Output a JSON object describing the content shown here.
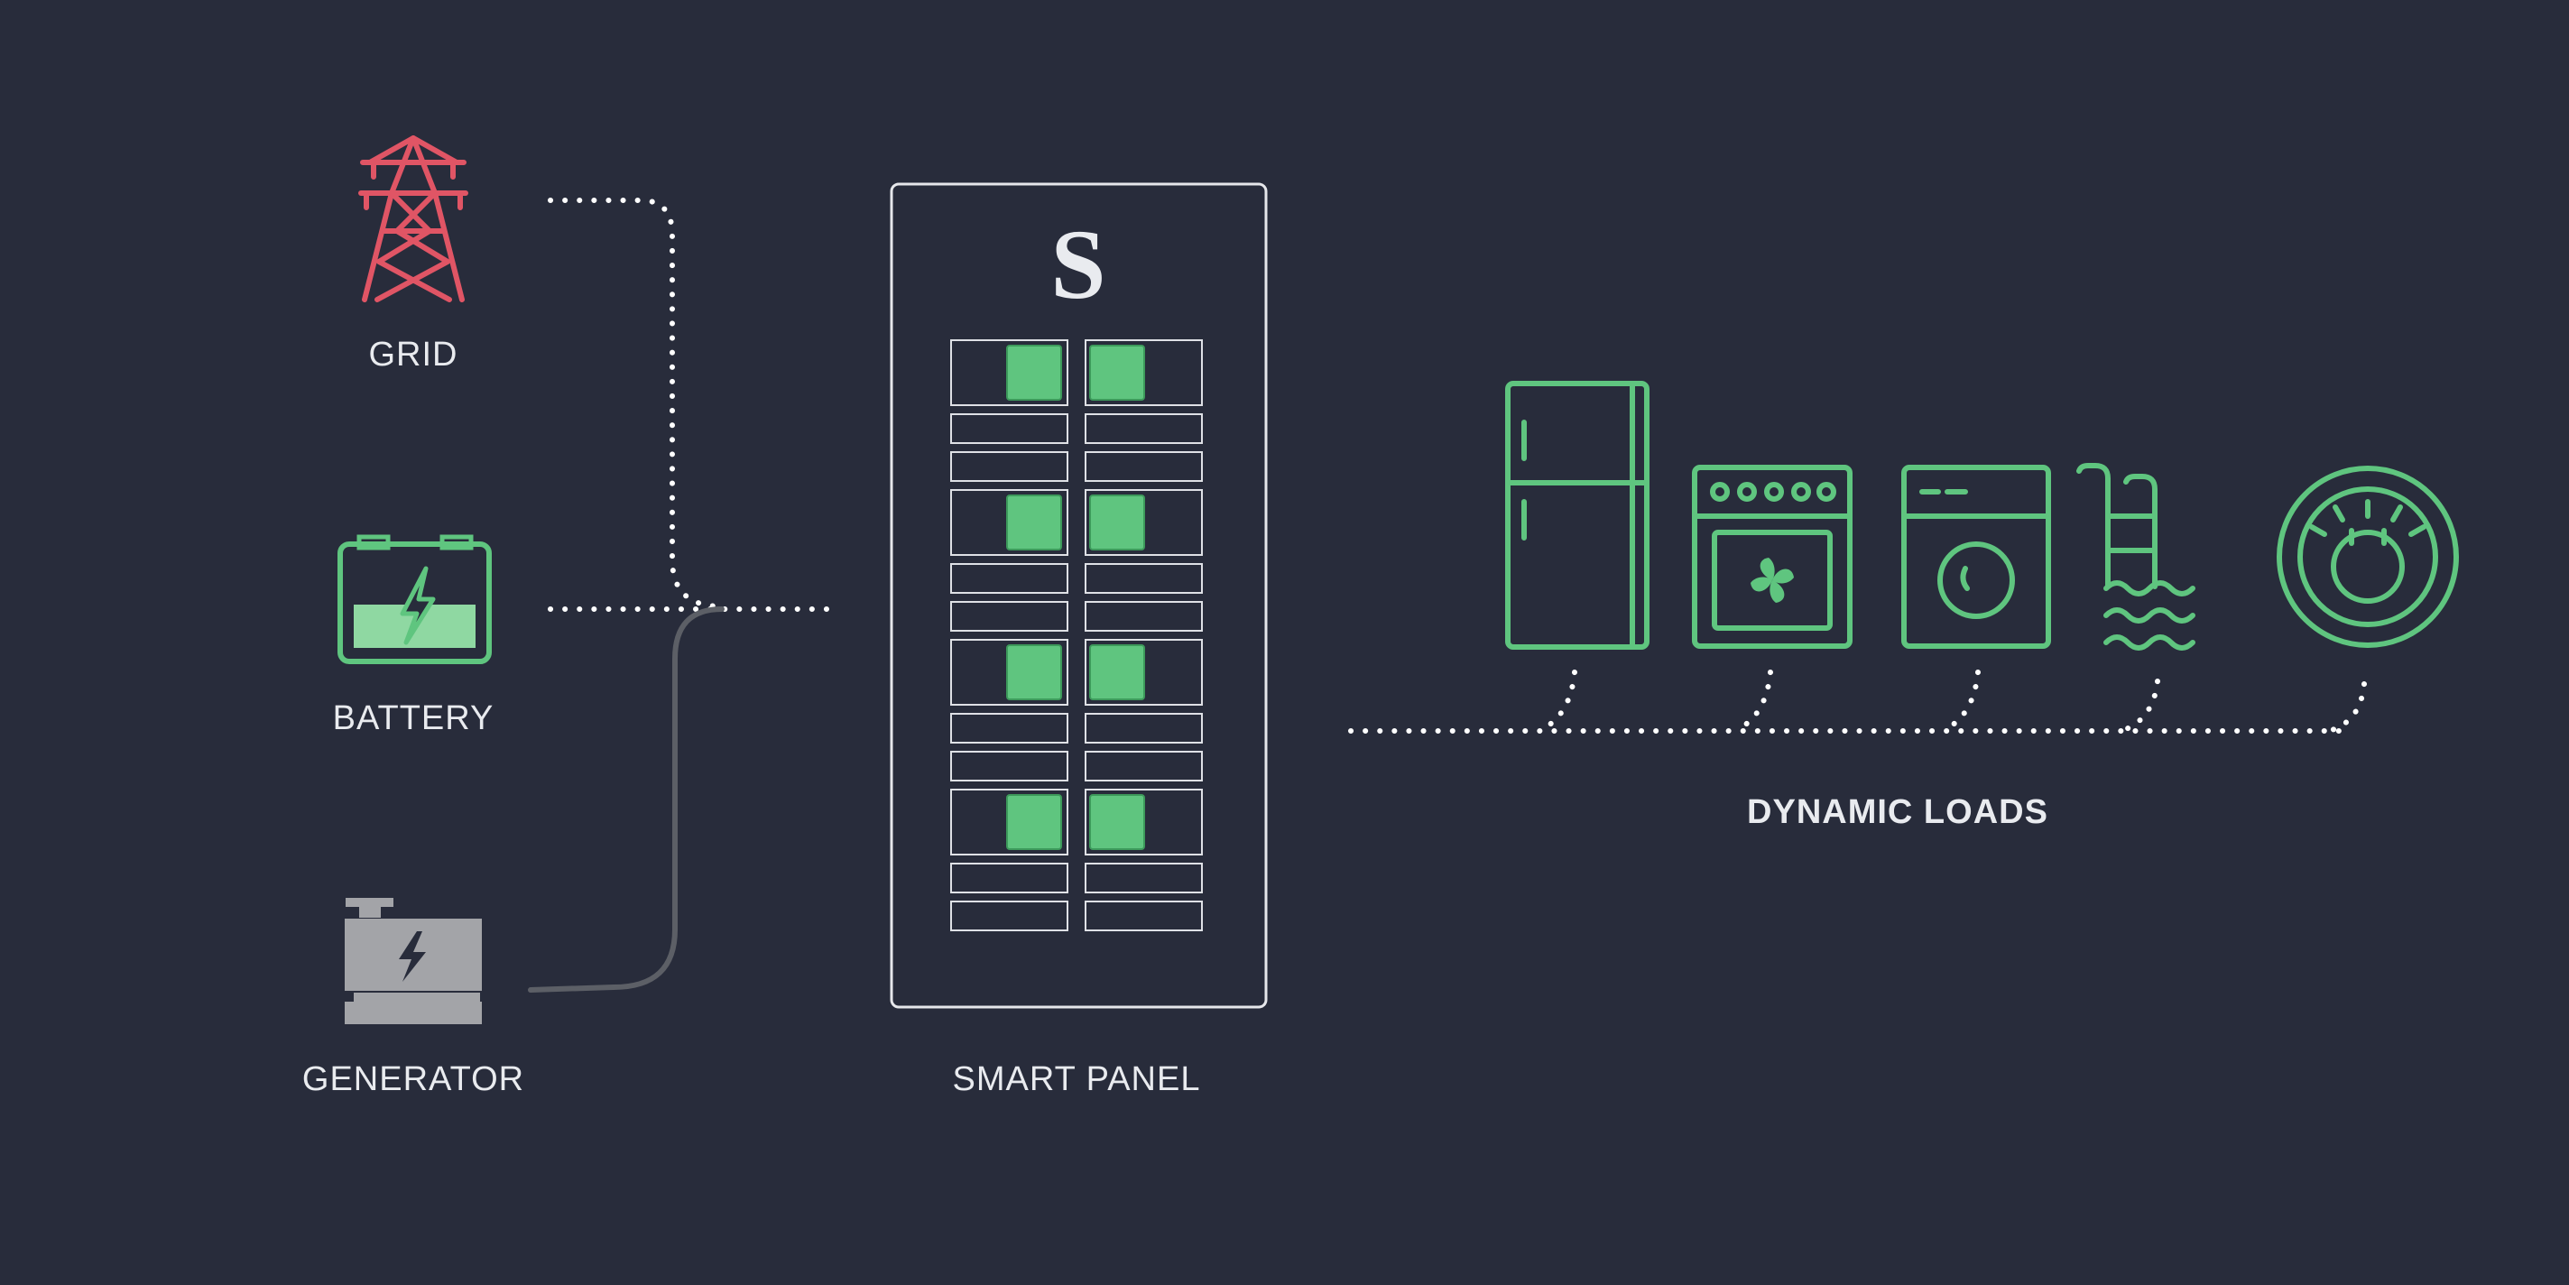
{
  "sources": {
    "grid": {
      "label": "GRID",
      "icon": "power-tower-icon",
      "color": "#e05565"
    },
    "battery": {
      "label": "BATTERY",
      "icon": "battery-icon",
      "color": "#5fc57f"
    },
    "generator": {
      "label": "GENERATOR",
      "icon": "generator-icon",
      "color": "#a3a4a8"
    }
  },
  "panel": {
    "logo": "S",
    "label": "SMART PANEL",
    "breaker_rows_active": [
      true,
      false,
      false,
      true,
      false,
      false,
      true,
      false,
      false,
      true,
      false,
      false
    ]
  },
  "loads": {
    "label": "DYNAMIC LOADS",
    "items": [
      {
        "icon": "refrigerator-icon"
      },
      {
        "icon": "oven-icon"
      },
      {
        "icon": "washing-machine-icon"
      },
      {
        "icon": "pool-icon"
      },
      {
        "icon": "thermostat-icon"
      }
    ]
  },
  "colors": {
    "background": "#282c3b",
    "accent_green": "#5fc57f",
    "grid_red": "#e05565",
    "line_white": "#ffffff",
    "generator_gray": "#a3a4a8"
  }
}
